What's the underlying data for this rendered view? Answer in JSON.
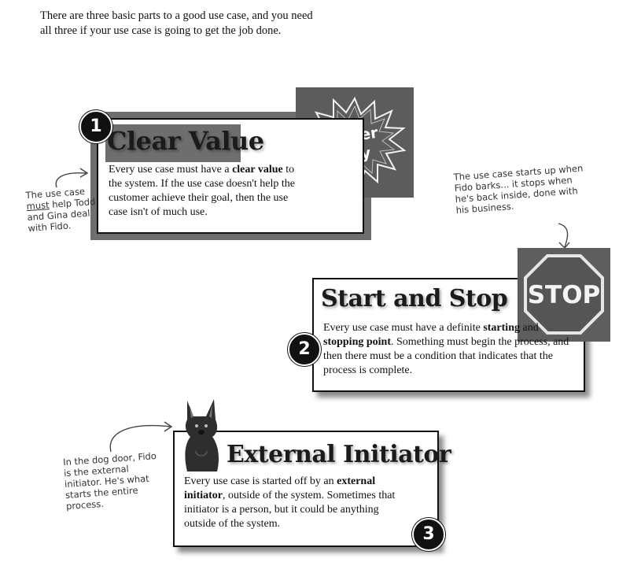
{
  "intro": {
    "line1": "There are three basic parts to a good use case, and you need",
    "line2": "all three if your use case is going to get the job done."
  },
  "part1": {
    "number": "1",
    "title": "Clear Value",
    "text_a": "Every use case must have a ",
    "text_b": "clear value",
    "text_c": " to the system. If the use case doesn't help the customer achieve their goal, then the use case isn't of much use.",
    "badge_line1": "Super",
    "badge_line2": "Buy"
  },
  "part2": {
    "number": "2",
    "title": "Start and Stop",
    "text_a": "Every use case must have a definite ",
    "text_b": "starting",
    "text_c": " and ",
    "text_d": "stopping point",
    "text_e": ". Something must begin the process, and then there must be a condition that indicates that the process is complete.",
    "sign": "STOP"
  },
  "part3": {
    "number": "3",
    "title": "External Initiator",
    "text_a": "Every use case is started off by an ",
    "text_b": "external initiator",
    "text_c": ", outside of the system. Sometimes that initiator is a person, but it could be anything outside of the system."
  },
  "notes": {
    "value_a": "The use case",
    "value_b": "must",
    "value_c": " help Todd and Gina deal with Fido.",
    "startstop": "The use case starts up when Fido barks... it stops when he's back inside, done with his business.",
    "initiator": "In the dog door, Fido is the external initiator. He's what starts the entire process."
  }
}
